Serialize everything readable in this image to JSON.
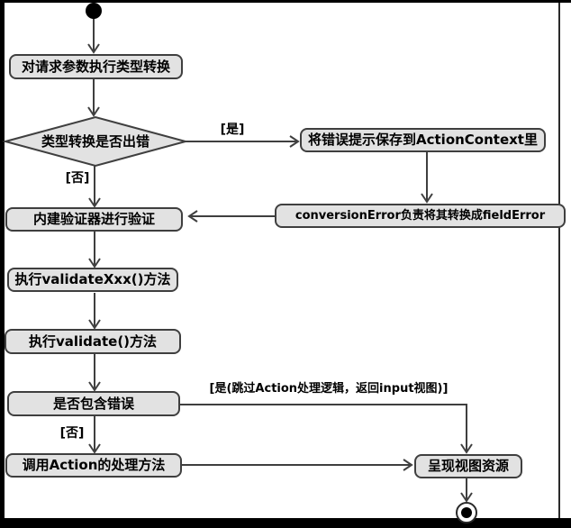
{
  "diagram": {
    "kind": "uml-activity-flowchart",
    "colors": {
      "background": "#ffffff",
      "frame": "#000000",
      "node_fill": "#e2e2e2",
      "node_border": "#3f3f3f",
      "connector": "#3f3f3f",
      "text": "#000000"
    },
    "nodes": {
      "convert_params": "对请求参数执行类型转换",
      "conversion_error_decision": "类型转换是否出错",
      "save_error_to_context": "将错误提示保存到ActionContext里",
      "conversion_error_to_field_error": "conversionError负责将其转换成fieldError",
      "builtin_validators": "内建验证器进行验证",
      "run_validate_xxx": "执行validateXxx()方法",
      "run_validate": "执行validate()方法",
      "contains_errors": "是否包含错误",
      "invoke_action": "调用Action的处理方法",
      "render_view": "呈现视图资源"
    },
    "edge_labels": {
      "yes": "[是]",
      "no_top": "[否]",
      "yes_skip_action": "[是(跳过Action处理逻辑，返回input视图)]",
      "no_bottom": "[否]"
    }
  }
}
